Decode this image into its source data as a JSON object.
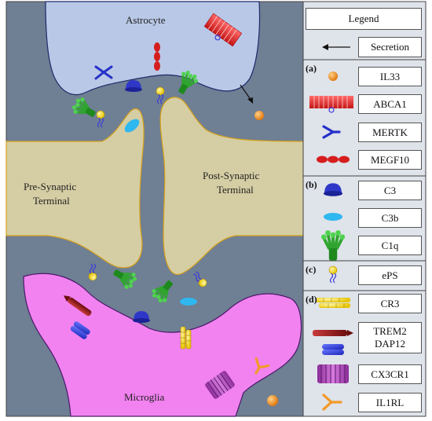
{
  "diagram": {
    "cells": {
      "astrocyte": "Astrocyte",
      "presynaptic_line1": "Pre-Synaptic",
      "presynaptic_line2": "Terminal",
      "postsynaptic_line1": "Post-Synaptic",
      "postsynaptic_line2": "Terminal",
      "microglia": "Microglia"
    },
    "colors": {
      "background": "#6f7f94",
      "astrocyte": "#b9c8e6",
      "terminal": "#d5cda3",
      "microglia": "#f282f0",
      "legend_bg": "#dfe3ea"
    }
  },
  "legend": {
    "title": "Legend",
    "secretion": "Secretion",
    "sections": [
      {
        "tag": "(a)",
        "items": [
          "IL33",
          "ABCA1",
          "MERTK",
          "MEGF10"
        ]
      },
      {
        "tag": "(b)",
        "items": [
          "C3",
          "C3b",
          "C1q"
        ]
      },
      {
        "tag": "(c)",
        "items": [
          "ePS"
        ]
      },
      {
        "tag": "(d)",
        "items": [
          "CR3",
          "TREM2\nDAP12",
          "CX3CR1",
          "IL1RL"
        ]
      }
    ],
    "icons": {
      "IL33": "orange-sphere-icon",
      "ABCA1": "red-transporter-icon",
      "MERTK": "blue-receptor-icon",
      "MEGF10": "red-chain-icon",
      "C3": "blue-dome-icon",
      "C3b": "cyan-oval-icon",
      "C1q": "green-c1q-icon",
      "ePS": "yellow-lipid-icon",
      "CR3": "yellow-integrin-icon",
      "TREM2": "dark-red-rod-icon",
      "DAP12": "blue-cylinder-icon",
      "CX3CR1": "purple-barrel-icon",
      "IL1RL": "orange-y-receptor-icon"
    }
  }
}
